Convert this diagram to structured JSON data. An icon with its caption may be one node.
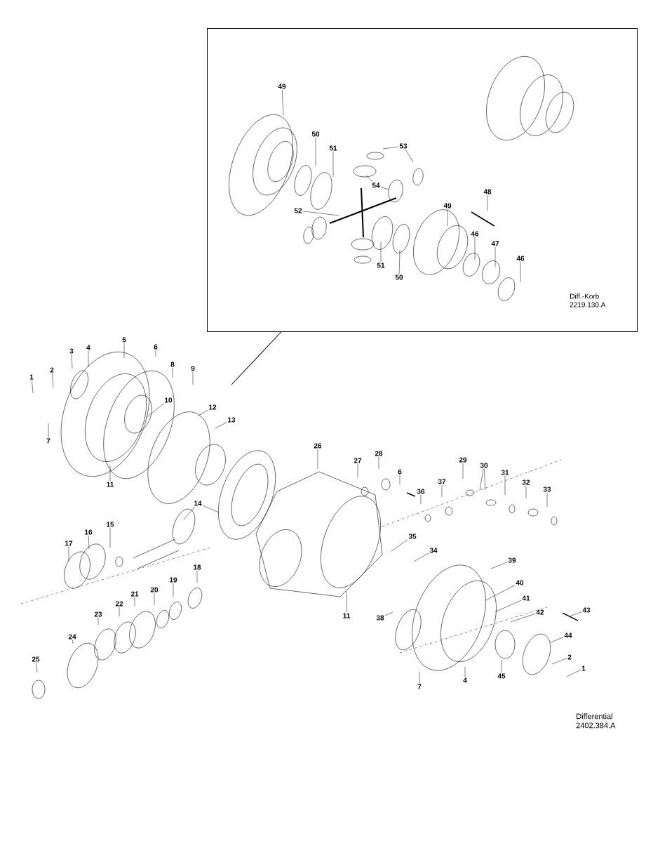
{
  "diagram": {
    "nodes": [
      {
        "text": [
          "Diff.-Korb 2219.130.A"
        ]
      },
      {
        "text": [
          "49"
        ],
        "in": 0
      },
      {
        "text": [
          "50"
        ],
        "in": 0
      },
      {
        "text": [
          "51"
        ],
        "in": 0
      },
      {
        "text": [
          "53"
        ],
        "in": 0
      },
      {
        "text": [
          "54"
        ],
        "in": 0
      },
      {
        "text": [
          "48"
        ],
        "in": 0
      },
      {
        "text": [
          "49"
        ],
        "in": 0
      },
      {
        "text": [
          "52"
        ],
        "in": 0
      },
      {
        "text": [
          "46"
        ],
        "in": 0
      },
      {
        "text": [
          "47"
        ],
        "in": 0
      },
      {
        "text": [
          "46"
        ],
        "in": 0
      },
      {
        "text": [
          "51"
        ],
        "in": 0
      },
      {
        "text": [
          "50"
        ],
        "in": 0
      },
      {
        "text": [
          "5"
        ]
      },
      {
        "text": [
          "6"
        ]
      },
      {
        "text": [
          "4"
        ]
      },
      {
        "text": [
          "3"
        ]
      },
      {
        "text": [
          "8"
        ]
      },
      {
        "text": [
          "9"
        ]
      },
      {
        "text": [
          "2"
        ]
      },
      {
        "text": [
          "1"
        ]
      },
      {
        "text": [
          "10"
        ]
      },
      {
        "text": [
          "12"
        ]
      },
      {
        "text": [
          "13"
        ]
      },
      {
        "text": [
          "7"
        ]
      },
      {
        "text": [
          "26"
        ]
      },
      {
        "text": [
          "28"
        ]
      },
      {
        "text": [
          "29"
        ]
      },
      {
        "text": [
          "27"
        ]
      },
      {
        "text": [
          "30"
        ]
      },
      {
        "text": [
          "6"
        ]
      },
      {
        "text": [
          "31"
        ]
      },
      {
        "text": [
          "37"
        ]
      },
      {
        "text": [
          "32"
        ]
      },
      {
        "text": [
          "11"
        ]
      },
      {
        "text": [
          "36"
        ]
      },
      {
        "text": [
          "33"
        ]
      },
      {
        "text": [
          "14"
        ]
      },
      {
        "text": [
          "15"
        ]
      },
      {
        "text": [
          "16"
        ]
      },
      {
        "text": [
          "35"
        ]
      },
      {
        "text": [
          "17"
        ]
      },
      {
        "text": [
          "34"
        ]
      },
      {
        "text": [
          "39"
        ]
      },
      {
        "text": [
          "18"
        ]
      },
      {
        "text": [
          "19"
        ]
      },
      {
        "text": [
          "40"
        ]
      },
      {
        "text": [
          "20"
        ]
      },
      {
        "text": [
          "21"
        ]
      },
      {
        "text": [
          "11"
        ]
      },
      {
        "text": [
          "41"
        ]
      },
      {
        "text": [
          "22"
        ]
      },
      {
        "text": [
          "42"
        ]
      },
      {
        "text": [
          "43"
        ]
      },
      {
        "text": [
          "23"
        ]
      },
      {
        "text": [
          "38"
        ]
      },
      {
        "text": [
          "44"
        ]
      },
      {
        "text": [
          "24"
        ]
      },
      {
        "text": [
          "2"
        ]
      },
      {
        "text": [
          "45"
        ]
      },
      {
        "text": [
          "1"
        ]
      },
      {
        "text": [
          "4"
        ]
      },
      {
        "text": [
          "25"
        ]
      },
      {
        "text": [
          "7"
        ]
      }
    ],
    "edges": [
      {
        "from": 0,
        "to": null,
        "arrow": "none"
      },
      {
        "from": 1,
        "to": null,
        "arrow": "none"
      },
      {
        "from": 2,
        "to": null,
        "arrow": "none"
      },
      {
        "from": 3,
        "to": null,
        "arrow": "none"
      },
      {
        "from": 4,
        "to": null,
        "arrow": "none"
      },
      {
        "from": 4,
        "to": null,
        "arrow": "none"
      },
      {
        "from": 5,
        "to": null,
        "arrow": "none"
      },
      {
        "from": 5,
        "to": null,
        "arrow": "none"
      },
      {
        "from": 6,
        "to": null,
        "arrow": "none"
      },
      {
        "from": 7,
        "to": null,
        "arrow": "none"
      },
      {
        "from": 8,
        "to": null,
        "arrow": "none"
      },
      {
        "from": 9,
        "to": null,
        "arrow": "none"
      },
      {
        "from": 10,
        "to": null,
        "arrow": "none"
      },
      {
        "from": 11,
        "to": null,
        "arrow": "none"
      },
      {
        "from": 12,
        "to": null,
        "arrow": "none"
      },
      {
        "from": 13,
        "to": null,
        "arrow": "none"
      },
      {
        "from": 14,
        "to": null,
        "arrow": "none"
      },
      {
        "from": 15,
        "to": null,
        "arrow": "none"
      },
      {
        "from": 16,
        "to": null,
        "arrow": "none"
      },
      {
        "from": 17,
        "to": null,
        "arrow": "none"
      },
      {
        "from": 18,
        "to": null,
        "arrow": "none"
      },
      {
        "from": 19,
        "to": null,
        "arrow": "none"
      },
      {
        "from": 20,
        "to": null,
        "arrow": "none"
      },
      {
        "from": 21,
        "to": null,
        "arrow": "none"
      },
      {
        "from": 22,
        "to": null,
        "arrow": "none"
      },
      {
        "from": 23,
        "to": null,
        "arrow": "none"
      },
      {
        "from": 24,
        "to": null,
        "arrow": "none"
      },
      {
        "from": 25,
        "to": null,
        "arrow": "none"
      },
      {
        "from": 26,
        "to": null,
        "arrow": "none"
      },
      {
        "from": 27,
        "to": null,
        "arrow": "none"
      },
      {
        "from": 28,
        "to": null,
        "arrow": "none"
      },
      {
        "from": 29,
        "to": null,
        "arrow": "none"
      },
      {
        "from": 30,
        "to": null,
        "arrow": "none"
      },
      {
        "from": 30,
        "to": null,
        "arrow": "none"
      },
      {
        "from": 31,
        "to": null,
        "arrow": "none"
      },
      {
        "from": 32,
        "to": null,
        "arrow": "none"
      },
      {
        "from": 33,
        "to": null,
        "arrow": "none"
      },
      {
        "from": 34,
        "to": null,
        "arrow": "none"
      },
      {
        "from": 35,
        "to": null,
        "arrow": "none"
      },
      {
        "from": 36,
        "to": null,
        "arrow": "none"
      },
      {
        "from": 37,
        "to": null,
        "arrow": "none"
      },
      {
        "from": 38,
        "to": null,
        "arrow": "none"
      },
      {
        "from": 38,
        "to": null,
        "arrow": "none"
      },
      {
        "from": 39,
        "to": null,
        "arrow": "none"
      },
      {
        "from": 40,
        "to": null,
        "arrow": "none"
      },
      {
        "from": 41,
        "to": null,
        "arrow": "none"
      },
      {
        "from": 42,
        "to": null,
        "arrow": "none"
      },
      {
        "from": 43,
        "to": null,
        "arrow": "none"
      },
      {
        "from": 44,
        "to": null,
        "arrow": "none"
      },
      {
        "from": 45,
        "to": null,
        "arrow": "none"
      },
      {
        "from": 46,
        "to": null,
        "arrow": "none"
      },
      {
        "from": 47,
        "to": null,
        "arrow": "none"
      },
      {
        "from": 48,
        "to": null,
        "arrow": "none"
      },
      {
        "from": 49,
        "to": null,
        "arrow": "none"
      },
      {
        "from": 50,
        "to": null,
        "arrow": "none"
      },
      {
        "from": 51,
        "to": null,
        "arrow": "none"
      },
      {
        "from": 52,
        "to": null,
        "arrow": "none"
      },
      {
        "from": 53,
        "to": null,
        "arrow": "none"
      },
      {
        "from": 54,
        "to": null,
        "arrow": "none"
      },
      {
        "from": 55,
        "to": null,
        "arrow": "none"
      },
      {
        "from": 56,
        "to": null,
        "arrow": "none"
      },
      {
        "from": 57,
        "to": null,
        "arrow": "none"
      },
      {
        "from": 58,
        "to": null,
        "arrow": "none"
      },
      {
        "from": 59,
        "to": null,
        "arrow": "none"
      },
      {
        "from": 60,
        "to": null,
        "arrow": "none"
      },
      {
        "from": 61,
        "to": null,
        "arrow": "none"
      },
      {
        "from": 62,
        "to": null,
        "arrow": "none"
      },
      {
        "from": 63,
        "to": null,
        "arrow": "none"
      },
      {
        "from": 64,
        "to": null,
        "arrow": "none"
      }
    ],
    "labels": [
      "Differential 2402.384.A"
    ]
  }
}
